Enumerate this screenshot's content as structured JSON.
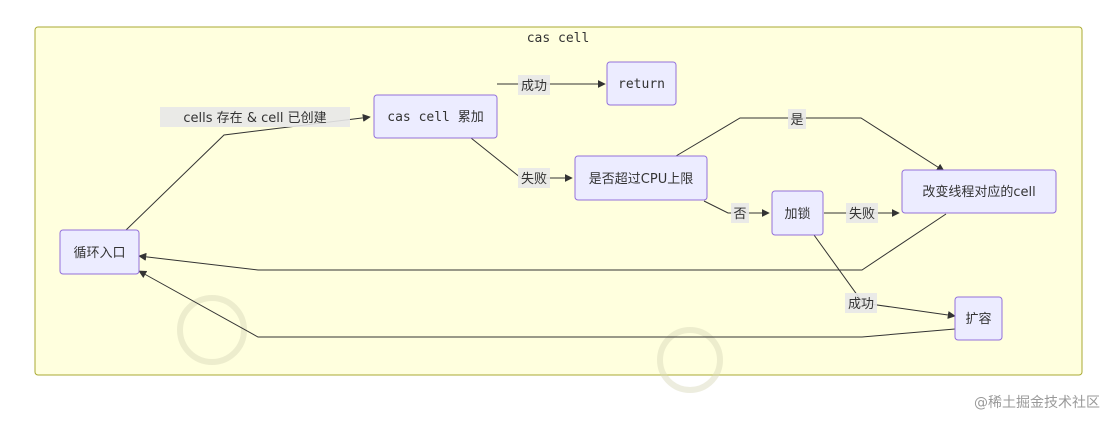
{
  "cluster": {
    "title": "cas cell"
  },
  "nodes": {
    "loop_entry": "循环入口",
    "cas_accumulate": "cas cell 累加",
    "return": "return",
    "exceed_cpu": "是否超过CPU上限",
    "lock": "加锁",
    "change_cell": "改变线程对应的cell",
    "expand": "扩容"
  },
  "edges": {
    "cells_exist": "cells 存在 & cell 已创建",
    "success": "成功",
    "fail": "失败",
    "yes": "是",
    "no": "否",
    "lock_fail": "失败",
    "lock_success": "成功"
  },
  "watermark": "@稀土掘金技术社区",
  "colors": {
    "node_fill": "#ececff",
    "node_stroke": "#9370db",
    "cluster_fill": "#ffffde",
    "cluster_stroke": "#aaaa33",
    "edge": "#333333"
  }
}
